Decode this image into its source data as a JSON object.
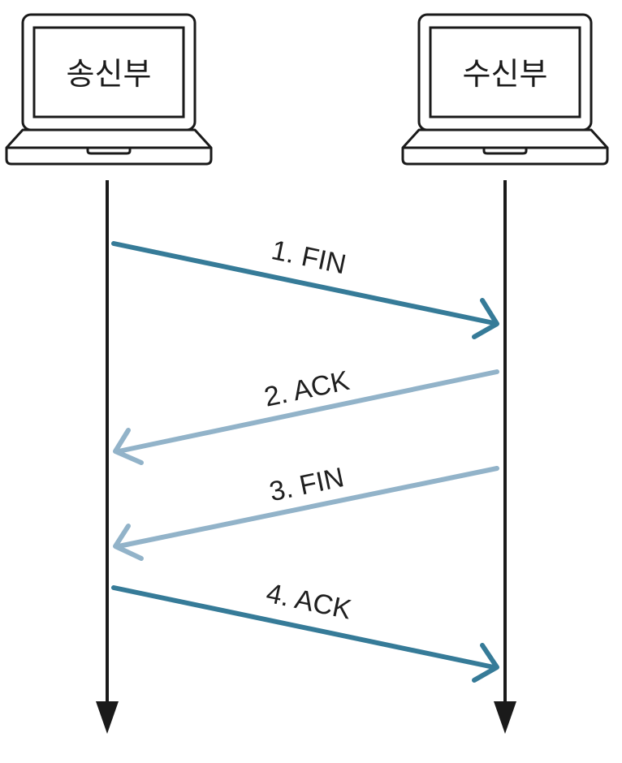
{
  "diagram": {
    "type": "sequence",
    "participants": [
      {
        "id": "sender",
        "label": "송신부",
        "icon": "laptop-icon"
      },
      {
        "id": "receiver",
        "label": "수신부",
        "icon": "laptop-icon"
      }
    ],
    "messages": [
      {
        "label": "1. FIN",
        "from": "sender",
        "to": "receiver",
        "color": "#367b98"
      },
      {
        "label": "2. ACK",
        "from": "receiver",
        "to": "sender",
        "color": "#92b3c9"
      },
      {
        "label": "3. FIN",
        "from": "receiver",
        "to": "sender",
        "color": "#92b3c9"
      },
      {
        "label": "4. ACK",
        "from": "sender",
        "to": "receiver",
        "color": "#367b98"
      }
    ],
    "colors": {
      "line": "#1a1a1a",
      "dark_arrow": "#367b98",
      "light_arrow": "#92b3c9"
    }
  }
}
